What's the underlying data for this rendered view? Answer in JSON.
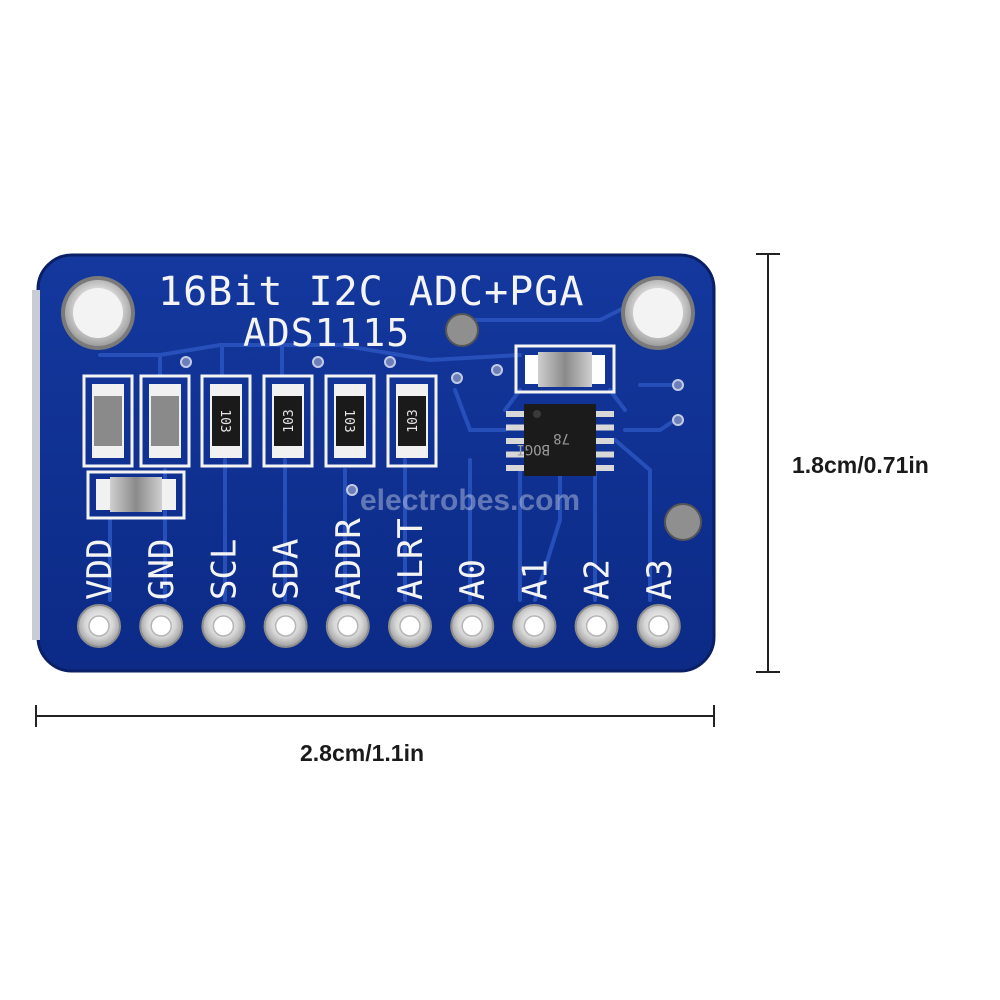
{
  "board": {
    "title": "16Bit I2C ADC+PGA",
    "model": "ADS1115",
    "pins": [
      "VDD",
      "GND",
      "SCL",
      "SDA",
      "ADDR",
      "ALRT",
      "A0",
      "A1",
      "A2",
      "A3"
    ],
    "resistor_code": "103",
    "chip_marking_line1": "78",
    "chip_marking_line2": "BOGI",
    "colors": {
      "pcb": "#0f2f8f",
      "pcb_dark": "#0a2270",
      "silkscreen": "#f4f4f4",
      "pad": "#d9d9d9"
    }
  },
  "watermark": "electrobes.com",
  "dimensions": {
    "width_label": "2.8cm/1.1in",
    "height_label": "1.8cm/0.71in"
  }
}
